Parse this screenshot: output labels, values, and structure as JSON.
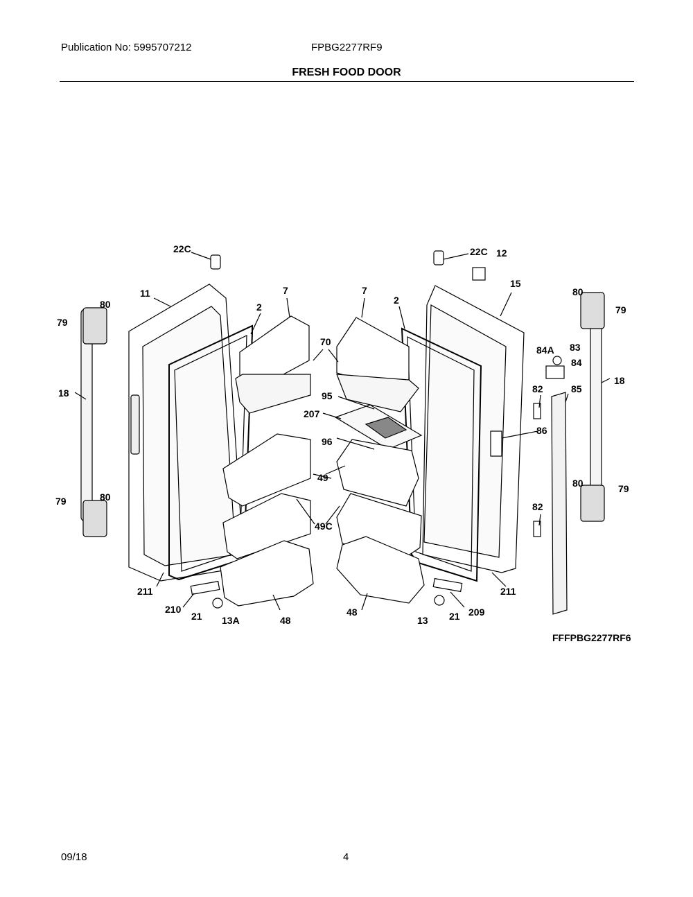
{
  "header": {
    "publication": "Publication No: 5995707212",
    "model": "FPBG2277RF9",
    "title": "FRESH FOOD DOOR"
  },
  "diagram": {
    "figure_code": "FFFPBG2277RF6",
    "callouts": {
      "c22c_left": "22C",
      "c22c_right": "22C",
      "c12": "12",
      "c11": "11",
      "c15": "15",
      "c7_left": "7",
      "c7_right": "7",
      "c2_left": "2",
      "c2_right": "2",
      "c80_tl": "80",
      "c80_tr": "80",
      "c80_bl": "80",
      "c80_br": "80",
      "c79_tl": "79",
      "c79_tr": "79",
      "c79_bl": "79",
      "c79_br": "79",
      "c18_left": "18",
      "c18_right": "18",
      "c70": "70",
      "c84a": "84A",
      "c83": "83",
      "c84": "84",
      "c82_top": "82",
      "c82_bot": "82",
      "c85": "85",
      "c86": "86",
      "c95": "95",
      "c207": "207",
      "c96": "96",
      "c49_left": "49",
      "c49c": "49C",
      "c211_left": "211",
      "c211_right": "211",
      "c210": "210",
      "c21_left": "21",
      "c21_right": "21",
      "c13a": "13A",
      "c13": "13",
      "c48_left": "48",
      "c48_right": "48",
      "c209": "209"
    }
  },
  "footer": {
    "date": "09/18",
    "page": "4"
  }
}
